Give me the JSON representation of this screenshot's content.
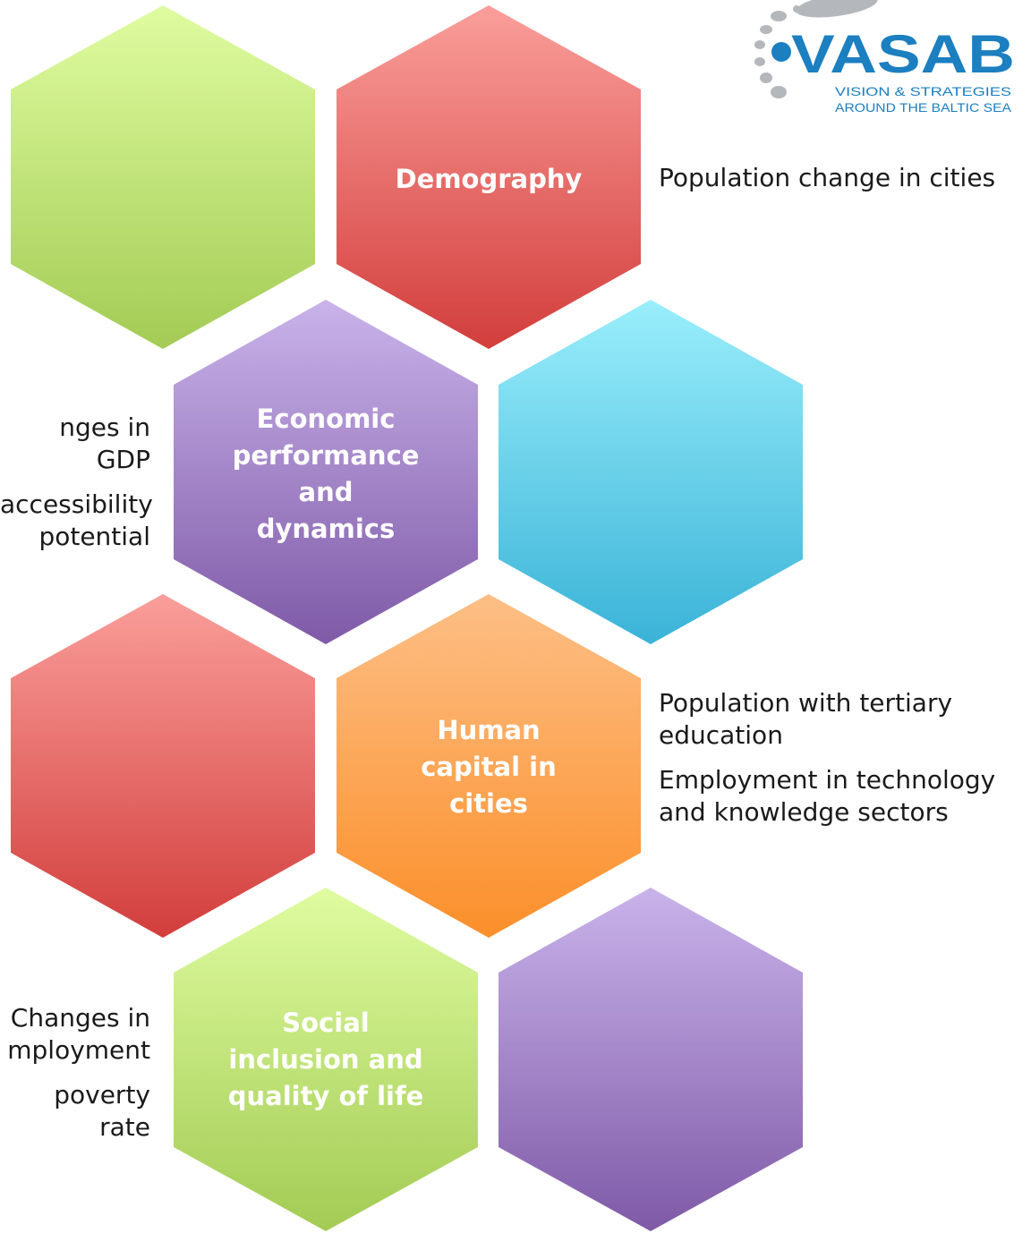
{
  "colors": {
    "green": [
      "#dffca0",
      "#a3cb54"
    ],
    "red": [
      "#fa9e9a",
      "#d23e3c"
    ],
    "purple": [
      "#c9b3ea",
      "#7f5aa7"
    ],
    "cyan": [
      "#9aeefb",
      "#3ab3d7"
    ],
    "orange": [
      "#fdbf86",
      "#fb8f2a"
    ],
    "brand_blue": "#1b7fc0",
    "brand_grey": "#b4b8bc"
  },
  "hexagons": [
    {
      "color": "green",
      "label": ""
    },
    {
      "color": "red",
      "label": "Demography"
    },
    {
      "color": "purple",
      "label": "Economic performance and dynamics"
    },
    {
      "color": "cyan",
      "label": ""
    },
    {
      "color": "red",
      "label": ""
    },
    {
      "color": "orange",
      "label": "Human capital in cities"
    },
    {
      "color": "green",
      "label": "Social inclusion and quality of life"
    },
    {
      "color": "purple",
      "label": ""
    }
  ],
  "labels": {
    "demography": "Demography",
    "economic": [
      "Economic",
      "performance",
      "and",
      "dynamics"
    ],
    "human": [
      "Human",
      "capital in",
      "cities"
    ],
    "social": [
      "Social",
      "inclusion and",
      "quality of life"
    ]
  },
  "indicators": {
    "demography": [
      "Population change in cities"
    ],
    "economic": [
      "nges in GDP",
      "accessibility",
      "potential"
    ],
    "human_1": [
      "Population with tertiary",
      "education"
    ],
    "human_2": [
      "Employment in technology",
      "and knowledge sectors"
    ],
    "social_1": [
      "Changes in",
      "mployment"
    ],
    "social_2": [
      "poverty rate"
    ]
  },
  "logo": {
    "name": "VASAB",
    "tagline_1": "VISION & STRATEGIES",
    "tagline_2": "AROUND THE BALTIC SEA"
  }
}
